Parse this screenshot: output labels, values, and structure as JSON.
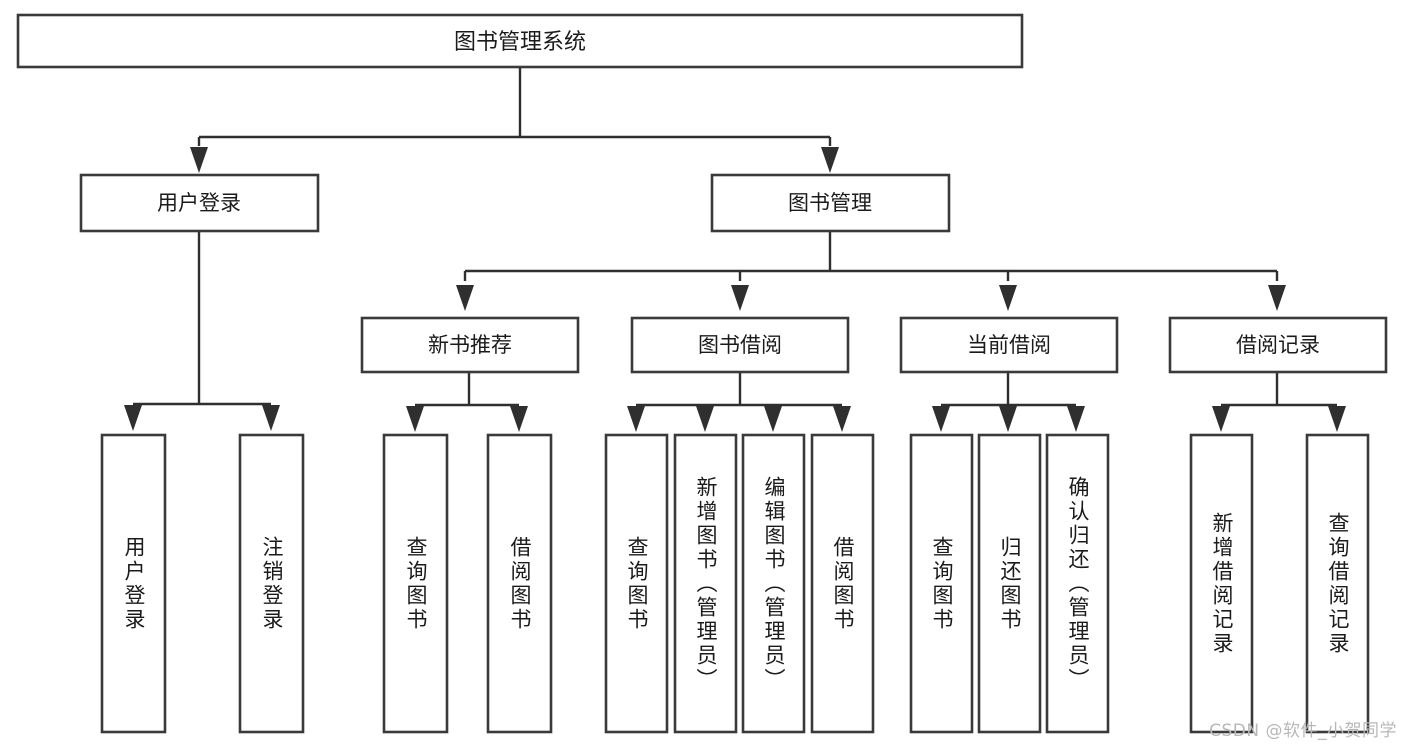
{
  "diagram": {
    "title": "图书管理系统",
    "type": "tree-hierarchy-chart",
    "background_color": "#ffffff",
    "box_stroke_color": "#3a3a3a",
    "connector_color": "#2f2f2f",
    "text_color": "#1b1b1b",
    "root": {
      "label": "图书管理系统"
    },
    "level2": [
      {
        "label": "用户登录"
      },
      {
        "label": "图书管理"
      }
    ],
    "level3": [
      {
        "label": "新书推荐"
      },
      {
        "label": "图书借阅"
      },
      {
        "label": "当前借阅"
      },
      {
        "label": "借阅记录"
      }
    ],
    "leaves": {
      "user_login": [
        {
          "label": "用户登录"
        },
        {
          "label": "注销登录"
        }
      ],
      "new_book_recommend": [
        {
          "label": "查询图书"
        },
        {
          "label": "借阅图书"
        }
      ],
      "book_borrow": [
        {
          "label": "查询图书"
        },
        {
          "label": "新增图书（管理员）"
        },
        {
          "label": "编辑图书（管理员）"
        },
        {
          "label": "借阅图书"
        }
      ],
      "current_borrow": [
        {
          "label": "查询图书"
        },
        {
          "label": "归还图书"
        },
        {
          "label": "确认归还（管理员）"
        }
      ],
      "borrow_record": [
        {
          "label": "新增借阅记录"
        },
        {
          "label": "查询借阅记录"
        }
      ]
    }
  },
  "watermark": {
    "text": "CSDN @软件_小贺同学"
  }
}
